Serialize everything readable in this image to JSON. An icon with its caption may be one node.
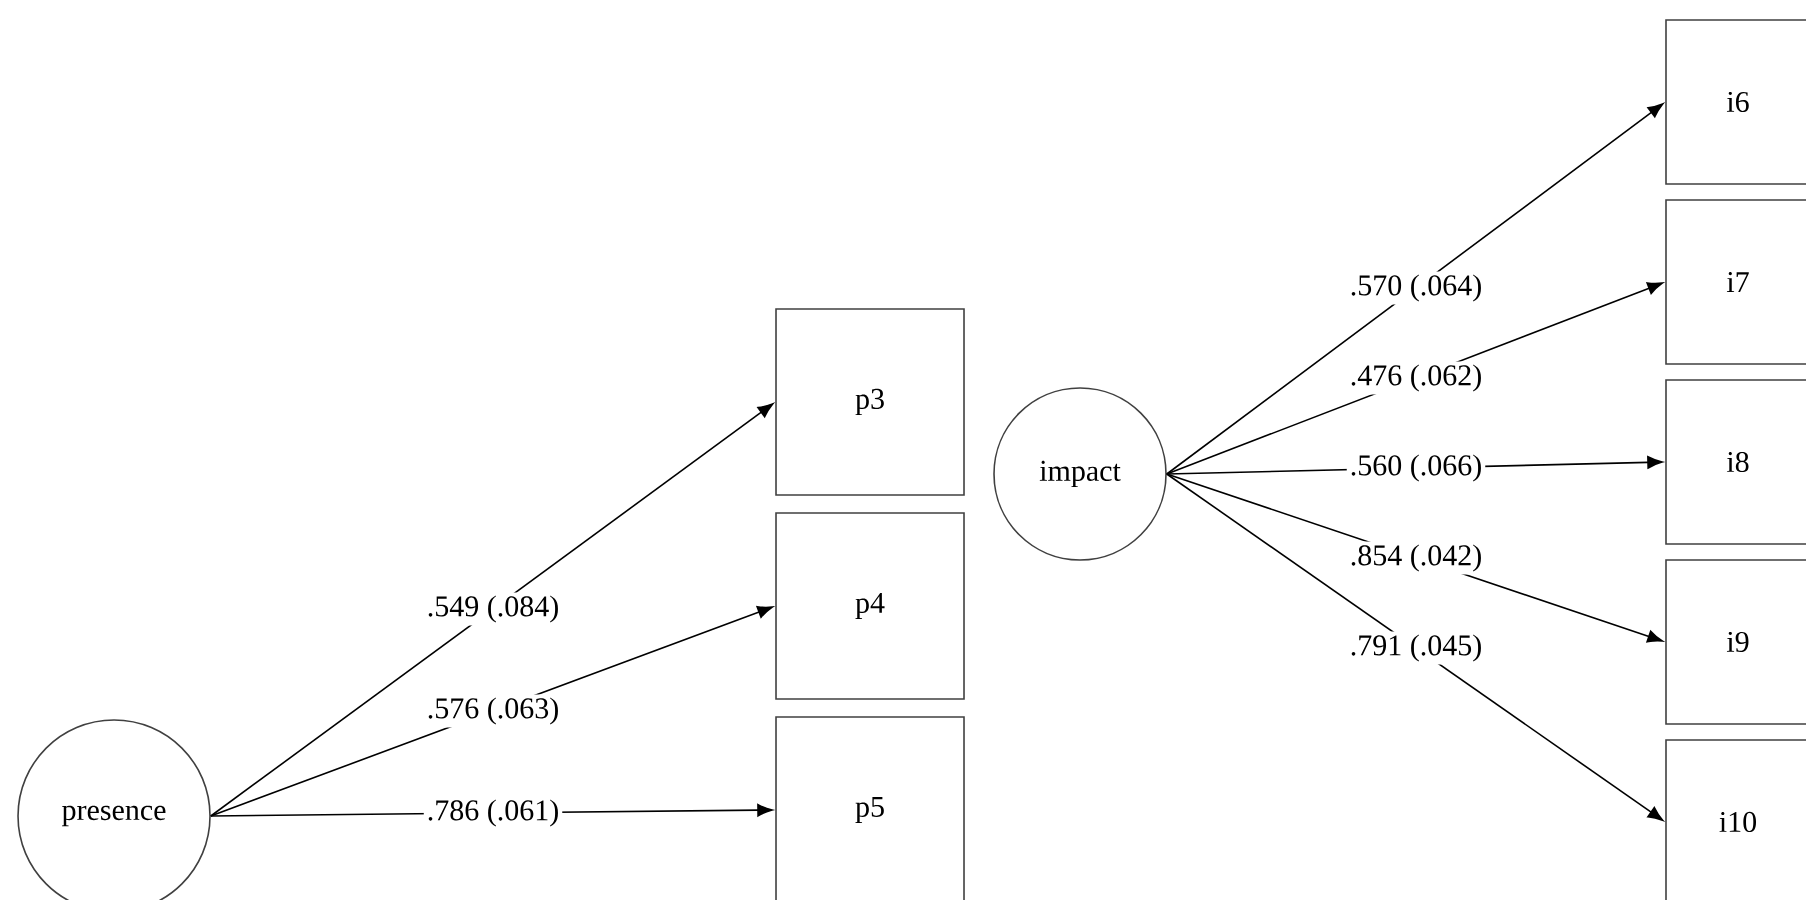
{
  "diagram": {
    "nodes": [
      {
        "text": [
          "presence"
        ]
      },
      {
        "text": [
          "p3"
        ]
      },
      {
        "text": [
          "p4"
        ]
      },
      {
        "text": [
          "p5"
        ]
      },
      {
        "text": [
          "impact"
        ]
      },
      {
        "text": [
          "i6"
        ]
      },
      {
        "text": [
          "i7"
        ]
      },
      {
        "text": [
          "i8"
        ]
      },
      {
        "text": [
          "i9"
        ]
      },
      {
        "text": [
          "i10"
        ]
      }
    ],
    "edges": [
      {
        "from": 0,
        "to": 1,
        "arrow": "to",
        "label": ".549 (.084)"
      },
      {
        "from": 0,
        "to": 2,
        "arrow": "to",
        "label": ".576 (.063)"
      },
      {
        "from": 0,
        "to": 3,
        "arrow": "to",
        "label": ".786 (.061)"
      },
      {
        "from": 4,
        "to": 5,
        "arrow": "to",
        "label": ".570 (.064)"
      },
      {
        "from": 4,
        "to": 6,
        "arrow": "to",
        "label": ".476 (.062)"
      },
      {
        "from": 4,
        "to": 7,
        "arrow": "to",
        "label": ".560 (.066)"
      },
      {
        "from": 4,
        "to": 8,
        "arrow": "to",
        "label": ".854 (.042)"
      },
      {
        "from": 4,
        "to": 9,
        "arrow": "to",
        "label": ".791 (.045)"
      }
    ]
  }
}
